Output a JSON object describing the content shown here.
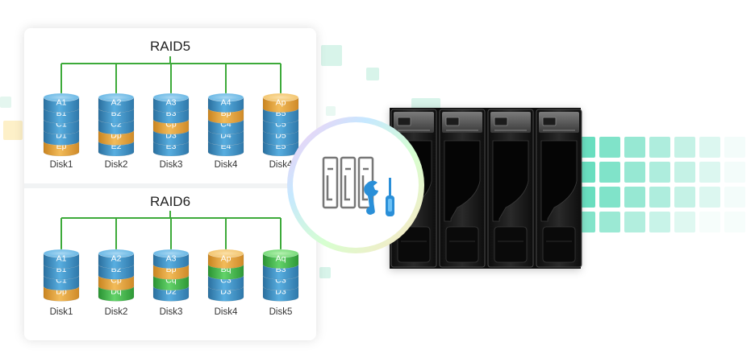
{
  "raid_panels": [
    {
      "title": "RAID5",
      "disks": [
        {
          "label": "Disk1",
          "blocks": [
            {
              "text": "A1",
              "kind": "data"
            },
            {
              "text": "B1",
              "kind": "data"
            },
            {
              "text": "C1",
              "kind": "data"
            },
            {
              "text": "D1",
              "kind": "data"
            },
            {
              "text": "Ep",
              "kind": "parity_p"
            }
          ]
        },
        {
          "label": "Disk2",
          "blocks": [
            {
              "text": "A2",
              "kind": "data"
            },
            {
              "text": "B2",
              "kind": "data"
            },
            {
              "text": "C2",
              "kind": "data"
            },
            {
              "text": "Dp",
              "kind": "parity_p"
            },
            {
              "text": "E2",
              "kind": "data"
            }
          ]
        },
        {
          "label": "Disk3",
          "blocks": [
            {
              "text": "A3",
              "kind": "data"
            },
            {
              "text": "B3",
              "kind": "data"
            },
            {
              "text": "Cp",
              "kind": "parity_p"
            },
            {
              "text": "D3",
              "kind": "data"
            },
            {
              "text": "E3",
              "kind": "data"
            }
          ]
        },
        {
          "label": "Disk4",
          "blocks": [
            {
              "text": "A4",
              "kind": "data"
            },
            {
              "text": "Bp",
              "kind": "parity_p"
            },
            {
              "text": "C4",
              "kind": "data"
            },
            {
              "text": "D4",
              "kind": "data"
            },
            {
              "text": "E4",
              "kind": "data"
            }
          ]
        },
        {
          "label": "Disk4",
          "blocks": [
            {
              "text": "Ap",
              "kind": "parity_p"
            },
            {
              "text": "B5",
              "kind": "data"
            },
            {
              "text": "C5",
              "kind": "data"
            },
            {
              "text": "D5",
              "kind": "data"
            },
            {
              "text": "E5",
              "kind": "data"
            }
          ]
        }
      ]
    },
    {
      "title": "RAID6",
      "disks": [
        {
          "label": "Disk1",
          "blocks": [
            {
              "text": "A1",
              "kind": "data"
            },
            {
              "text": "B1",
              "kind": "data"
            },
            {
              "text": "C1",
              "kind": "data"
            },
            {
              "text": "Dp",
              "kind": "parity_p"
            }
          ]
        },
        {
          "label": "Disk2",
          "blocks": [
            {
              "text": "A2",
              "kind": "data"
            },
            {
              "text": "B2",
              "kind": "data"
            },
            {
              "text": "Cp",
              "kind": "parity_p"
            },
            {
              "text": "Dq",
              "kind": "parity_q"
            }
          ]
        },
        {
          "label": "Disk3",
          "blocks": [
            {
              "text": "A3",
              "kind": "data"
            },
            {
              "text": "Bp",
              "kind": "parity_p"
            },
            {
              "text": "Cq",
              "kind": "parity_q"
            },
            {
              "text": "D2",
              "kind": "data"
            }
          ]
        },
        {
          "label": "Disk4",
          "blocks": [
            {
              "text": "Ap",
              "kind": "parity_p"
            },
            {
              "text": "Bq",
              "kind": "parity_q"
            },
            {
              "text": "C3",
              "kind": "data"
            },
            {
              "text": "D3",
              "kind": "data"
            }
          ]
        },
        {
          "label": "Disk5",
          "blocks": [
            {
              "text": "Aq",
              "kind": "parity_q"
            },
            {
              "text": "B3",
              "kind": "data"
            },
            {
              "text": "C3",
              "kind": "data"
            },
            {
              "text": "D3",
              "kind": "data"
            }
          ]
        }
      ]
    }
  ],
  "colors": {
    "data": "#3c8fc5",
    "parity_p": "#e2a23c",
    "parity_q": "#3fb548",
    "connector": "#3daa3a",
    "accent_teal": "#4fd8b4",
    "icon_blue": "#2a8fd8",
    "icon_gray": "#777777"
  },
  "icons": {
    "center_tool": "disk-tray-wrench-icon",
    "arrow": "right-arrow-icon",
    "nas": "nas-bay-icon"
  },
  "nas_bay_count": 4
}
